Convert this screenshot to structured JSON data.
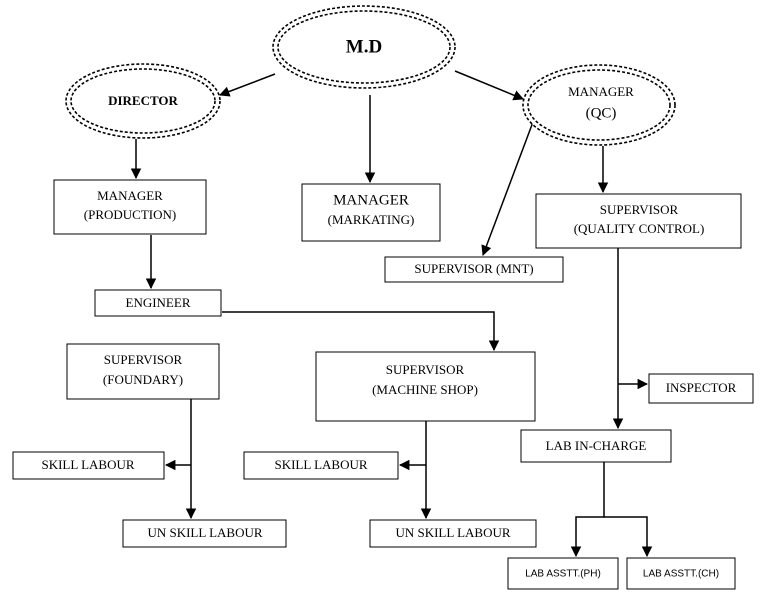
{
  "org_chart": {
    "md": "M.D",
    "director": "DIRECTOR",
    "manager_qc_line1": "MANAGER",
    "manager_qc_line2": "(QC)",
    "manager_production_line1": "MANAGER",
    "manager_production_line2": "(PRODUCTION)",
    "manager_marketing_line1": "MANAGER",
    "manager_marketing_line2": "(MARKATING)",
    "supervisor_qc_line1": "SUPERVISOR",
    "supervisor_qc_line2": "(QUALITY CONTROL)",
    "supervisor_mnt": "SUPERVISOR (MNT)",
    "engineer": "ENGINEER",
    "supervisor_foundary_line1": "SUPERVISOR",
    "supervisor_foundary_line2": "(FOUNDARY)",
    "supervisor_machine_line1": "SUPERVISOR",
    "supervisor_machine_line2": "(MACHINE SHOP)",
    "inspector": "INSPECTOR",
    "lab_incharge": "LAB IN-CHARGE",
    "skill_labour_left": "SKILL LABOUR",
    "skill_labour_mid": "SKILL LABOUR",
    "unskill_labour_left": "UN SKILL LABOUR",
    "unskill_labour_mid": "UN SKILL LABOUR",
    "lab_asstt_ph": "LAB ASSTT.(PH)",
    "lab_asstt_ch": "LAB ASSTT.(CH)"
  }
}
